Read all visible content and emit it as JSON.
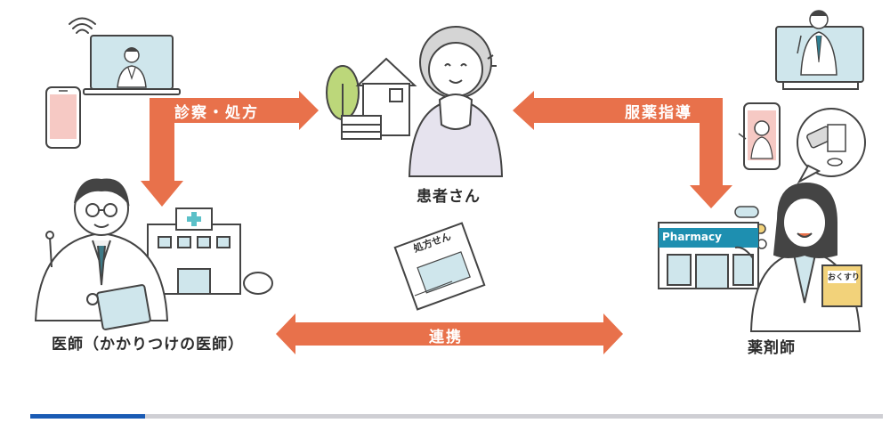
{
  "arrows": {
    "doctor_to_patient": "診察・処方",
    "pharmacist_to_patient": "服薬指導",
    "collaboration": "連携"
  },
  "roles": {
    "patient": "患者さん",
    "doctor": "医師（かかりつけの医師）",
    "pharmacist": "薬剤師"
  },
  "props": {
    "prescription_text": "処方せん",
    "pharmacy_sign": "Pharmacy",
    "medicine_bag_text": "おくすり"
  },
  "progress": {
    "fraction": 0.135
  },
  "colors": {
    "arrow": "#e8714b",
    "progress_fill": "#1a5bb4",
    "progress_track": "#cfcfd4",
    "screen": "#cfe6ec",
    "phone": "#f6c9c4",
    "tree": "#bcd77a",
    "building_glass": "#cfe6ec",
    "pharmacy_sign": "#1e8fb0"
  },
  "icons": [
    "wifi-icon",
    "laptop-icon",
    "smartphone-icon",
    "house-icon",
    "tree-icon",
    "hospital-icon",
    "pharmacy-icon",
    "monitor-icon",
    "speech-bubble-icon",
    "pill-icon"
  ]
}
